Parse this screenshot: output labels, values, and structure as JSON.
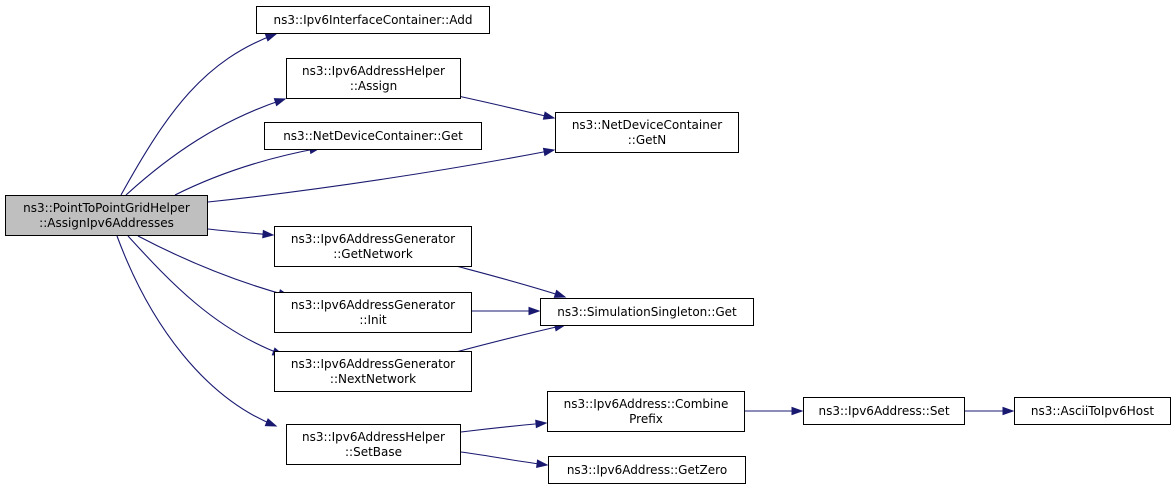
{
  "graph": {
    "nodes": [
      {
        "id": "root",
        "lines": [
          "ns3::PointToPointGridHelper",
          "::AssignIpv6Addresses"
        ]
      },
      {
        "id": "ifc_add",
        "lines": [
          "ns3::Ipv6InterfaceContainer::Add"
        ]
      },
      {
        "id": "addr_assign",
        "lines": [
          "ns3::Ipv6AddressHelper",
          "::Assign"
        ]
      },
      {
        "id": "ndc_get",
        "lines": [
          "ns3::NetDeviceContainer::Get"
        ]
      },
      {
        "id": "ndc_getn",
        "lines": [
          "ns3::NetDeviceContainer",
          "::GetN"
        ]
      },
      {
        "id": "gen_getnetwork",
        "lines": [
          "ns3::Ipv6AddressGenerator",
          "::GetNetwork"
        ]
      },
      {
        "id": "gen_init",
        "lines": [
          "ns3::Ipv6AddressGenerator",
          "::Init"
        ]
      },
      {
        "id": "sim_get",
        "lines": [
          "ns3::SimulationSingleton::Get"
        ]
      },
      {
        "id": "gen_nextnetwork",
        "lines": [
          "ns3::Ipv6AddressGenerator",
          "::NextNetwork"
        ]
      },
      {
        "id": "addr_setbase",
        "lines": [
          "ns3::Ipv6AddressHelper",
          "::SetBase"
        ]
      },
      {
        "id": "a6_combine",
        "lines": [
          "ns3::Ipv6Address::Combine",
          "Prefix"
        ]
      },
      {
        "id": "a6_set",
        "lines": [
          "ns3::Ipv6Address::Set"
        ]
      },
      {
        "id": "ascii",
        "lines": [
          "ns3::AsciiToIpv6Host"
        ]
      },
      {
        "id": "a6_getzero",
        "lines": [
          "ns3::Ipv6Address::GetZero"
        ]
      }
    ],
    "edges": [
      {
        "from": "root",
        "to": "ifc_add"
      },
      {
        "from": "root",
        "to": "addr_assign"
      },
      {
        "from": "root",
        "to": "ndc_get"
      },
      {
        "from": "root",
        "to": "ndc_getn"
      },
      {
        "from": "root",
        "to": "gen_getnetwork"
      },
      {
        "from": "root",
        "to": "gen_init"
      },
      {
        "from": "root",
        "to": "gen_nextnetwork"
      },
      {
        "from": "root",
        "to": "addr_setbase"
      },
      {
        "from": "addr_assign",
        "to": "ndc_getn"
      },
      {
        "from": "gen_getnetwork",
        "to": "sim_get"
      },
      {
        "from": "gen_init",
        "to": "sim_get"
      },
      {
        "from": "gen_nextnetwork",
        "to": "sim_get"
      },
      {
        "from": "addr_setbase",
        "to": "a6_combine"
      },
      {
        "from": "addr_setbase",
        "to": "a6_getzero"
      },
      {
        "from": "a6_combine",
        "to": "a6_set"
      },
      {
        "from": "a6_set",
        "to": "ascii"
      }
    ],
    "colors": {
      "edge": "#191970",
      "root_fill": "#bfbfbf",
      "node_fill": "#ffffff",
      "border": "#000000"
    }
  }
}
